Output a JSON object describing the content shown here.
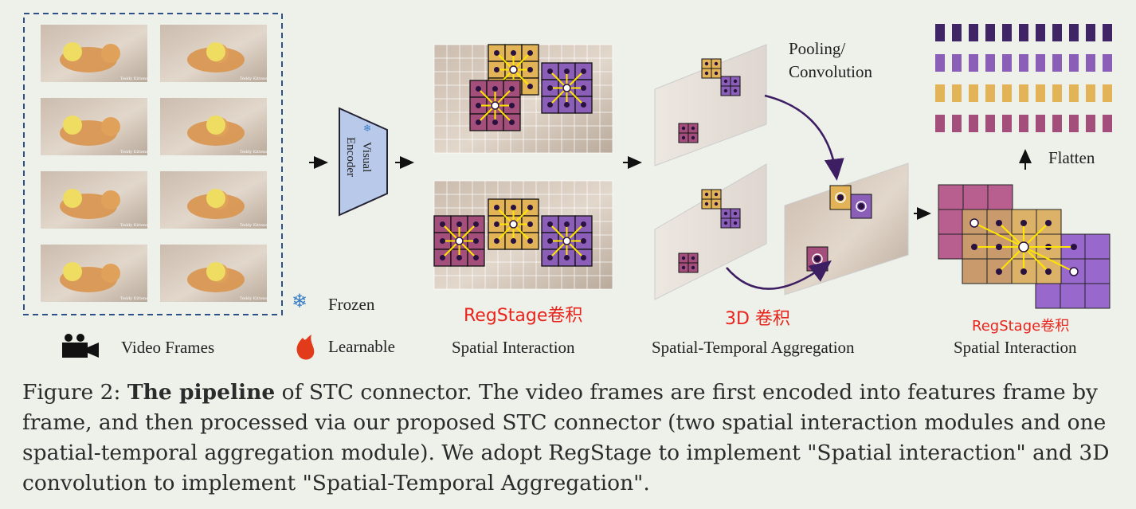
{
  "labels": {
    "video_frames": "Video Frames",
    "frozen": "Frozen",
    "learnable": "Learnable",
    "visual_encoder_line1": "Visual",
    "visual_encoder_line2": "Encoder",
    "spatial_interaction_1": "Spatial Interaction",
    "regstage_conv_1": "RegStage卷积",
    "pooling_line1": "Pooling/",
    "pooling_line2": "Convolution",
    "conv3d": "3D 卷积",
    "spatial_temporal_aggregation": "Spatial-Temporal Aggregation",
    "flatten": "Flatten",
    "regstage_conv_2": "RegStage卷积",
    "spatial_interaction_2": "Spatial Interaction",
    "watermark": "Teddy Kittens"
  },
  "caption": {
    "prefix": "Figure 2: ",
    "bold": "The pipeline",
    "text": " of STC connector. The video frames are first encoded into features frame by frame, and then processed via our proposed STC connector (two spatial interaction modules and one spatial-temporal aggregation module). We adopt RegStage to implement \"Spatial interaction\" and 3D convolution to implement \"Spatial-Temporal Aggregation\"."
  },
  "colors": {
    "pink": "#a44f7b",
    "gold": "#e3b357",
    "purple": "#8b5fb8",
    "dark_purple": "#3f2466",
    "arrow_purple": "#3d1e63",
    "red_text": "#e8241c",
    "dashed_border": "#2f4f88",
    "encoder_fill": "#b9c9ea"
  }
}
